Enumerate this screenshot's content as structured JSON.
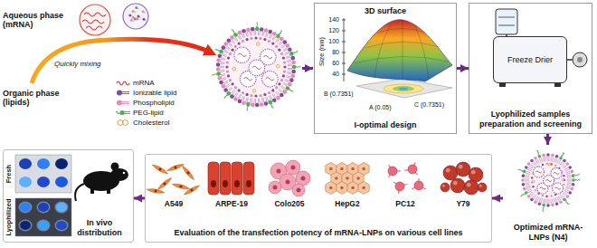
{
  "diagram": {
    "nodes": [
      {
        "text": [
          "3D surface",
          "I-optimal design"
        ]
      },
      {
        "text": [
          "Lyophilized samples preparation and screening"
        ]
      },
      {
        "text": [
          "Freeze Drier"
        ],
        "in": 1
      },
      {
        "text": [
          "Optimized mRNA-LNPs (N4)"
        ]
      },
      {
        "text": [
          "Evaluation of the transfection potency of mRNA-LNPs on various cell lines"
        ]
      },
      {
        "text": [
          "In vivo distribution"
        ]
      }
    ],
    "edges": [
      {
        "from": 0,
        "to": 1,
        "arrow": "to"
      },
      {
        "from": 1,
        "to": 3,
        "arrow": "to"
      },
      {
        "from": 3,
        "to": 4,
        "arrow": "to"
      },
      {
        "from": 4,
        "to": 5,
        "arrow": "to"
      }
    ],
    "labels": [
      "Aqueous phase (mRNA)",
      "Quickly mixing",
      "Organic phase (lipids)",
      "Size (nm)",
      "140",
      "120",
      "100",
      "80",
      "60",
      "40",
      "B (0.7351)",
      "A (0.05)",
      "C (0.7351)",
      "A549",
      "ARPE-19",
      "Colo205",
      "HepG2",
      "PC12",
      "Y79",
      "Fresh",
      "Lyophilized"
    ],
    "legend": [
      {
        "text": "mRNA"
      },
      {
        "text": "Ionizable lipid"
      },
      {
        "text": "Phospholipid"
      },
      {
        "text": "PEG-lipid"
      },
      {
        "text": "Cholesterol"
      }
    ]
  }
}
